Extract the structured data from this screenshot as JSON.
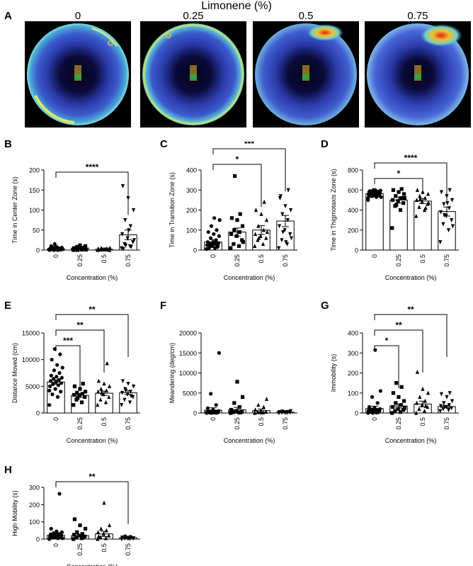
{
  "figure": {
    "title": "Limonene (%)",
    "panel_A_label": "A",
    "heatmaps": [
      {
        "label": "0"
      },
      {
        "label": "0.25"
      },
      {
        "label": "0.5"
      },
      {
        "label": "0.75"
      }
    ]
  },
  "chart_data": [
    {
      "panel": "B",
      "type": "bar",
      "ylabel": "Time in Center Zone (s)",
      "xlabel": "Concentration (%)",
      "categories": [
        "0",
        "0.25",
        "0.5",
        "0.75"
      ],
      "values": [
        3,
        5,
        2,
        38
      ],
      "errors": [
        1,
        2,
        1,
        12
      ],
      "ylim": [
        0,
        200
      ],
      "yticks": [
        0,
        50,
        100,
        150,
        200
      ],
      "markers": [
        "circle",
        "square",
        "triangle-up",
        "triangle-down"
      ],
      "points": [
        [
          0,
          0,
          1,
          1,
          2,
          2,
          3,
          3,
          4,
          4,
          5,
          5,
          6,
          6,
          8,
          10,
          1,
          0,
          2,
          3,
          4,
          1,
          15,
          2,
          3
        ],
        [
          0,
          1,
          2,
          3,
          4,
          5,
          6,
          8,
          10,
          12,
          2,
          3,
          0,
          1
        ],
        [
          0,
          1,
          1,
          2,
          2,
          3,
          3,
          4,
          0,
          1,
          2,
          3,
          4,
          5,
          2
        ],
        [
          5,
          10,
          15,
          20,
          30,
          40,
          60,
          75,
          100,
          130,
          160,
          8,
          12,
          25,
          50,
          3
        ]
      ],
      "significance": [
        {
          "from": 0,
          "to": 3,
          "label": "****"
        }
      ]
    },
    {
      "panel": "C",
      "type": "bar",
      "ylabel": "Time in Transition Zone (s)",
      "xlabel": "Concentration (%)",
      "categories": [
        "0",
        "0.25",
        "0.5",
        "0.75"
      ],
      "values": [
        40,
        90,
        100,
        145
      ],
      "errors": [
        12,
        20,
        22,
        28
      ],
      "ylim": [
        0,
        400
      ],
      "yticks": [
        0,
        100,
        200,
        300,
        400
      ],
      "markers": [
        "circle",
        "square",
        "triangle-up",
        "triangle-down"
      ],
      "points": [
        [
          5,
          10,
          15,
          20,
          20,
          25,
          30,
          30,
          35,
          40,
          40,
          50,
          60,
          70,
          80,
          90,
          100,
          120,
          150,
          160,
          10,
          15,
          25,
          5
        ],
        [
          10,
          20,
          30,
          50,
          70,
          80,
          90,
          100,
          120,
          150,
          160,
          180,
          370,
          40
        ],
        [
          20,
          30,
          50,
          60,
          70,
          80,
          100,
          120,
          150,
          180,
          200,
          240,
          60,
          90
        ],
        [
          10,
          30,
          50,
          80,
          100,
          120,
          150,
          180,
          200,
          220,
          260,
          300,
          90,
          60,
          40,
          270
        ]
      ],
      "significance": [
        {
          "from": 0,
          "to": 2,
          "label": "*"
        },
        {
          "from": 0,
          "to": 3,
          "label": "***"
        }
      ]
    },
    {
      "panel": "D",
      "type": "bar",
      "ylabel": "Time in Thigmotaxis Zone (s)",
      "xlabel": "Concentration (%)",
      "categories": [
        "0",
        "0.25",
        "0.5",
        "0.75"
      ],
      "values": [
        565,
        500,
        490,
        385
      ],
      "errors": [
        12,
        30,
        25,
        45
      ],
      "ylim": [
        0,
        800
      ],
      "yticks": [
        0,
        200,
        400,
        600,
        800
      ],
      "markers": [
        "circle",
        "square",
        "triangle-up",
        "triangle-down"
      ],
      "points": [
        [
          520,
          530,
          540,
          545,
          550,
          555,
          560,
          565,
          570,
          575,
          580,
          585,
          590,
          595,
          600,
          590,
          560,
          540,
          530,
          570,
          580,
          550,
          600,
          500
        ],
        [
          220,
          400,
          440,
          470,
          490,
          500,
          520,
          540,
          560,
          580,
          600,
          610,
          450,
          520
        ],
        [
          340,
          400,
          430,
          460,
          480,
          500,
          520,
          540,
          560,
          580,
          600,
          420,
          510,
          470
        ],
        [
          80,
          200,
          260,
          300,
          340,
          380,
          420,
          460,
          500,
          540,
          580,
          600,
          350,
          240,
          470
        ]
      ],
      "significance": [
        {
          "from": 0,
          "to": 2,
          "label": "*"
        },
        {
          "from": 0,
          "to": 3,
          "label": "****"
        }
      ]
    },
    {
      "panel": "E",
      "type": "bar",
      "ylabel": "Distance Moved (cm)",
      "xlabel": "Concentration (%)",
      "categories": [
        "0",
        "0.25",
        "0.5",
        "0.75"
      ],
      "values": [
        5800,
        3300,
        3700,
        3800
      ],
      "errors": [
        400,
        350,
        400,
        350
      ],
      "ylim": [
        0,
        15000
      ],
      "yticks": [
        0,
        5000,
        10000,
        15000
      ],
      "markers": [
        "circle",
        "square",
        "triangle-up",
        "triangle-down"
      ],
      "points": [
        [
          1500,
          3000,
          3500,
          4000,
          4500,
          5000,
          5200,
          5400,
          5600,
          5800,
          6000,
          6200,
          6400,
          6600,
          6800,
          7000,
          7500,
          8000,
          8500,
          9000,
          10000,
          11000,
          12000,
          4200
        ],
        [
          1500,
          2000,
          2500,
          3000,
          3200,
          3400,
          3600,
          3800,
          4000,
          4500,
          5000,
          5500,
          2800
        ],
        [
          1500,
          2000,
          2500,
          3000,
          3500,
          4000,
          4200,
          4500,
          5000,
          5500,
          6000,
          9300,
          3800
        ],
        [
          1500,
          2000,
          2500,
          3000,
          3500,
          3800,
          4000,
          4500,
          5000,
          5500,
          6000,
          3200,
          4200
        ]
      ],
      "significance": [
        {
          "from": 0,
          "to": 1,
          "label": "***"
        },
        {
          "from": 0,
          "to": 2,
          "label": "**"
        },
        {
          "from": 0,
          "to": 3,
          "label": "**"
        }
      ]
    },
    {
      "panel": "F",
      "type": "bar",
      "ylabel": "Meandering (deg/cm)",
      "xlabel": "Concentration (%)",
      "categories": [
        "0",
        "0.25",
        "0.5",
        "0.75"
      ],
      "values": [
        700,
        800,
        600,
        200
      ],
      "errors": [
        600,
        600,
        400,
        80
      ],
      "ylim": [
        0,
        20000
      ],
      "yticks": [
        0,
        5000,
        10000,
        15000,
        20000
      ],
      "markers": [
        "circle",
        "square",
        "triangle-up",
        "triangle-down"
      ],
      "points": [
        [
          0,
          50,
          100,
          150,
          200,
          250,
          300,
          400,
          500,
          800,
          1200,
          2000,
          4800,
          15000,
          100,
          200,
          50,
          0
        ],
        [
          0,
          100,
          200,
          300,
          500,
          800,
          1500,
          2500,
          4000,
          7800,
          200,
          100
        ],
        [
          0,
          100,
          200,
          300,
          500,
          800,
          1500,
          2000,
          3500,
          100
        ],
        [
          0,
          50,
          100,
          150,
          200,
          250,
          300,
          400,
          500,
          100
        ]
      ],
      "significance": []
    },
    {
      "panel": "G",
      "type": "bar",
      "ylabel": "Immobility (s)",
      "xlabel": "Concentration (%)",
      "categories": [
        "0",
        "0.25",
        "0.5",
        "0.75"
      ],
      "values": [
        22,
        35,
        45,
        32
      ],
      "errors": [
        12,
        10,
        14,
        6
      ],
      "ylim": [
        0,
        400
      ],
      "yticks": [
        0,
        100,
        200,
        300,
        400
      ],
      "markers": [
        "circle",
        "square",
        "triangle-up",
        "triangle-down"
      ],
      "points": [
        [
          0,
          2,
          5,
          8,
          10,
          12,
          15,
          18,
          20,
          25,
          30,
          50,
          80,
          110,
          315,
          5,
          3,
          0
        ],
        [
          0,
          5,
          10,
          15,
          20,
          30,
          40,
          50,
          60,
          80,
          100,
          130,
          150,
          25
        ],
        [
          0,
          10,
          20,
          30,
          40,
          50,
          60,
          80,
          100,
          120,
          205,
          35
        ],
        [
          10,
          15,
          20,
          25,
          30,
          35,
          40,
          50,
          60,
          80,
          95,
          100,
          30
        ]
      ],
      "significance": [
        {
          "from": 0,
          "to": 1,
          "label": "*"
        },
        {
          "from": 0,
          "to": 2,
          "label": "**"
        },
        {
          "from": 0,
          "to": 3,
          "label": "**"
        }
      ]
    },
    {
      "panel": "H",
      "type": "bar",
      "ylabel": "High Mobility (s)",
      "xlabel": "Concentration (%)",
      "categories": [
        "0",
        "0.25",
        "0.5",
        "0.75"
      ],
      "values": [
        22,
        20,
        30,
        8
      ],
      "errors": [
        10,
        8,
        15,
        3
      ],
      "ylim": [
        0,
        300
      ],
      "yticks": [
        0,
        100,
        200,
        300
      ],
      "markers": [
        "circle",
        "square",
        "triangle-up",
        "triangle-down"
      ],
      "points": [
        [
          0,
          5,
          8,
          10,
          12,
          15,
          18,
          20,
          22,
          25,
          28,
          30,
          35,
          40,
          45,
          60,
          263,
          10,
          5,
          15
        ],
        [
          0,
          5,
          10,
          15,
          20,
          25,
          30,
          40,
          60,
          80,
          115,
          10
        ],
        [
          0,
          5,
          10,
          20,
          30,
          40,
          50,
          60,
          80,
          210,
          15
        ],
        [
          0,
          2,
          4,
          6,
          8,
          10,
          12,
          15,
          5,
          3
        ]
      ],
      "significance": [
        {
          "from": 0,
          "to": 3,
          "label": "**"
        }
      ]
    }
  ]
}
